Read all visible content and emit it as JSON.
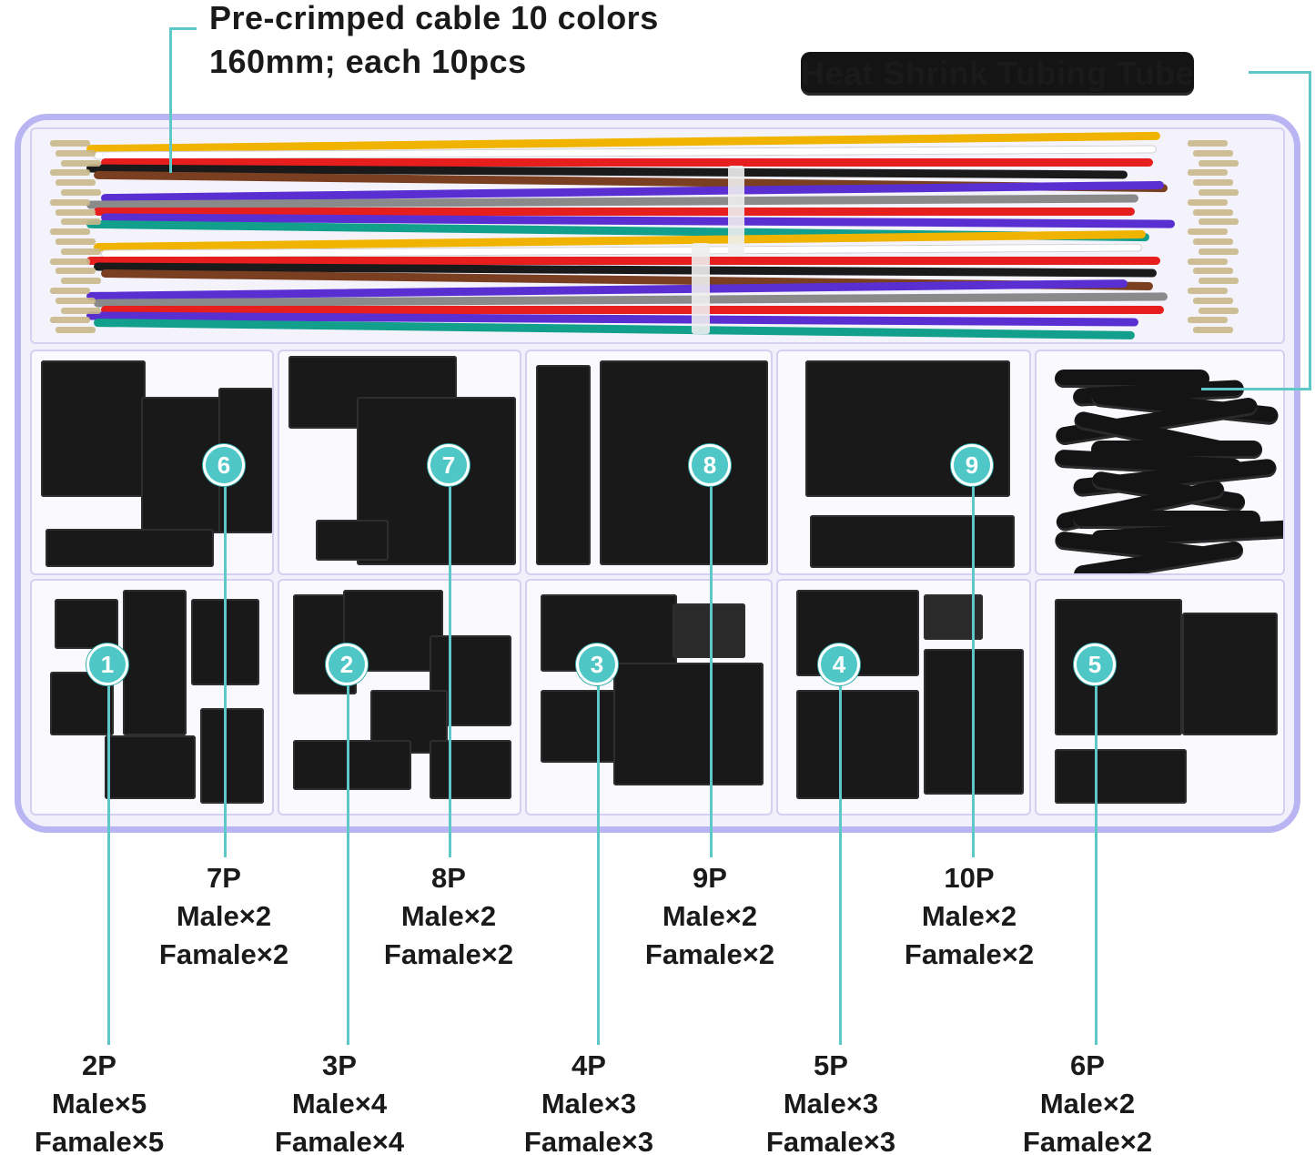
{
  "headings": {
    "cable_line1": "Pre-crimped cable 10 colors",
    "cable_line2": "160mm; each 10pcs",
    "tube": "Heat Shrink Tubing Tube"
  },
  "colors": {
    "accent": "#4fc7c7",
    "box_rim": "#b9b4f2",
    "plastic": "#191919"
  },
  "wire_colors": [
    "#f0b400",
    "#ffffff",
    "#e61e1e",
    "#1a1a1a",
    "#7a3f20",
    "#5a2fd1",
    "#8a8a8a",
    "#e61e1e",
    "#5a2fd1",
    "#12a08c"
  ],
  "top_row": [
    {
      "badge": "6",
      "pins": "7P",
      "male": "Male×2",
      "female": "Famale×2"
    },
    {
      "badge": "7",
      "pins": "8P",
      "male": "Male×2",
      "female": "Famale×2"
    },
    {
      "badge": "8",
      "pins": "9P",
      "male": "Male×2",
      "female": "Famale×2"
    },
    {
      "badge": "9",
      "pins": "10P",
      "male": "Male×2",
      "female": "Famale×2"
    }
  ],
  "bottom_row": [
    {
      "badge": "1",
      "pins": "2P",
      "male": "Male×5",
      "female": "Famale×5"
    },
    {
      "badge": "2",
      "pins": "3P",
      "male": "Male×4",
      "female": "Famale×4"
    },
    {
      "badge": "3",
      "pins": "4P",
      "male": "Male×3",
      "female": "Famale×3"
    },
    {
      "badge": "4",
      "pins": "5P",
      "male": "Male×3",
      "female": "Famale×3"
    },
    {
      "badge": "5",
      "pins": "6P",
      "male": "Male×2",
      "female": "Famale×2"
    }
  ]
}
